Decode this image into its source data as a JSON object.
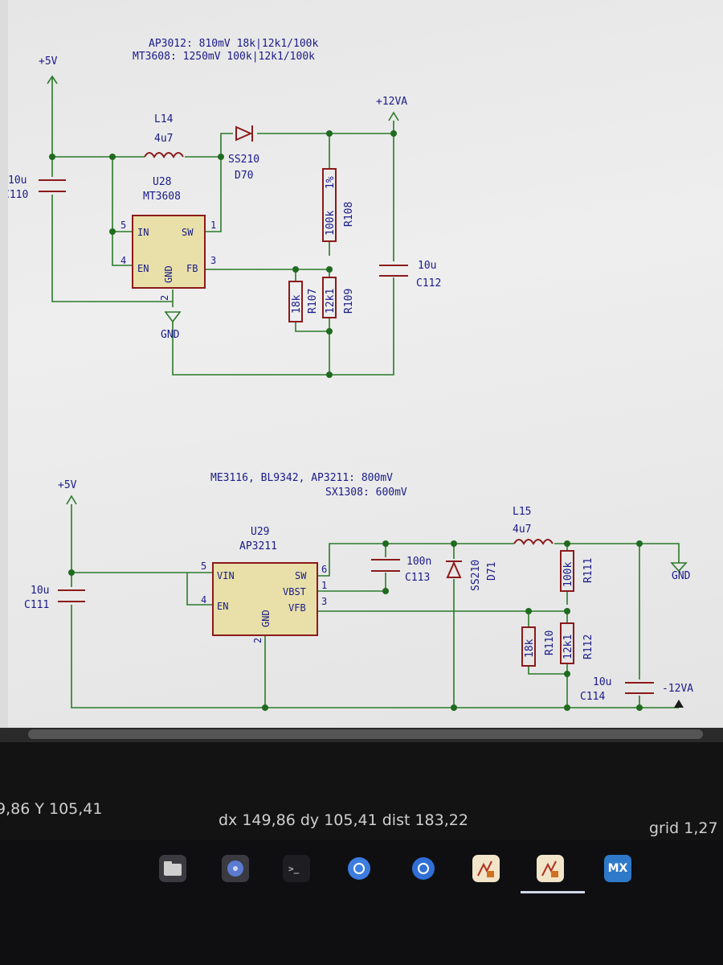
{
  "schematic": {
    "block1": {
      "note_line1": "AP3012: 810mV 18k|12k1/100k",
      "note_line2": "MT3608: 1250mV 100k|12k1/100k",
      "power_in": "+5V",
      "power_out": "+12VA",
      "gnd": "GND",
      "ic_ref": "U28",
      "ic_value": "MT3608",
      "ic_pins": {
        "in": "IN",
        "sw": "SW",
        "en": "EN",
        "fb": "FB",
        "gnd": "GND"
      },
      "ic_pin_numbers": {
        "in": "5",
        "sw": "1",
        "en": "4",
        "fb": "3",
        "gnd": "2"
      },
      "inductor_ref": "L14",
      "inductor_value": "4u7",
      "diode_ref": "D70",
      "diode_value": "SS210",
      "cap_in_value": "10u",
      "cap_in_ref": "C110",
      "cap_out_value": "10u",
      "cap_out_ref": "C112",
      "r_top_value": "100k",
      "r_top_tol": "1%",
      "r_top_ref": "R108",
      "r_bot_a_value": "18k",
      "r_bot_a_ref": "R107",
      "r_bot_b_value": "12k1",
      "r_bot_b_ref": "R109"
    },
    "block2": {
      "note_line1": "ME3116, BL9342, AP3211: 800mV",
      "note_line2": "SX1308: 600mV",
      "power_in": "+5V",
      "gnd": "GND",
      "power_out": "-12VA",
      "ic_ref": "U29",
      "ic_value": "AP3211",
      "ic_pins": {
        "vin": "VIN",
        "en": "EN",
        "sw": "SW",
        "vbst": "VBST",
        "vfb": "VFB",
        "gnd": "GND"
      },
      "ic_pin_numbers": {
        "vin": "5",
        "en": "4",
        "sw": "6",
        "vbst": "1",
        "vfb": "3",
        "gnd": "2"
      },
      "cap_in_value": "10u",
      "cap_in_ref": "C111",
      "cap_boot_value": "100n",
      "cap_boot_ref": "C113",
      "diode_value": "SS210",
      "diode_ref": "D71",
      "inductor_ref": "L15",
      "inductor_value": "4u7",
      "r_top_value": "100k",
      "r_top_ref": "R111",
      "r_bot_a_value": "18k",
      "r_bot_a_ref": "R110",
      "r_bot_b_value": "12k1",
      "r_bot_b_ref": "R112",
      "cap_out_value": "10u",
      "cap_out_ref": "C114"
    }
  },
  "status": {
    "coords": "9,86  Y 105,41",
    "delta": "dx 149,86  dy 105,41  dist 183,22",
    "grid": "grid 1,27"
  },
  "taskbar": {
    "icons": [
      "folder-icon",
      "disk-icon",
      "terminal-icon",
      "chromium-icon",
      "chromium-alt-icon",
      "kicad-schematic-icon",
      "kicad-schematic-active-icon",
      "mx-icon"
    ],
    "mx_label": "MX"
  },
  "colors": {
    "wire": "#2a7a2a",
    "text": "#1a1a8a",
    "junction": "#1f6b1f",
    "ic_fill": "#e8e0a8",
    "ic_border": "#8b1a1a",
    "component": "#8b1a1a"
  }
}
